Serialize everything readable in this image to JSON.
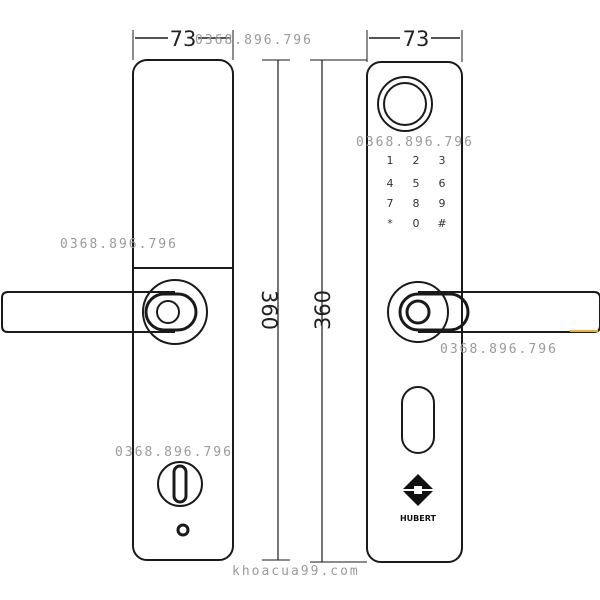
{
  "dimensions": {
    "width_left": "73",
    "width_right": "73",
    "height_left": "360",
    "height_right": "360"
  },
  "keypad": [
    "1",
    "2",
    "3",
    "4",
    "5",
    "6",
    "7",
    "8",
    "9",
    "*",
    "0",
    "#"
  ],
  "brand": "HUBERT",
  "watermarks": {
    "phone": "0368.896.796",
    "site": "khoacua99.com"
  },
  "colors": {
    "line": "#1a1a1a",
    "watermark": "#9a9a9a",
    "accent": "#f0b030"
  }
}
